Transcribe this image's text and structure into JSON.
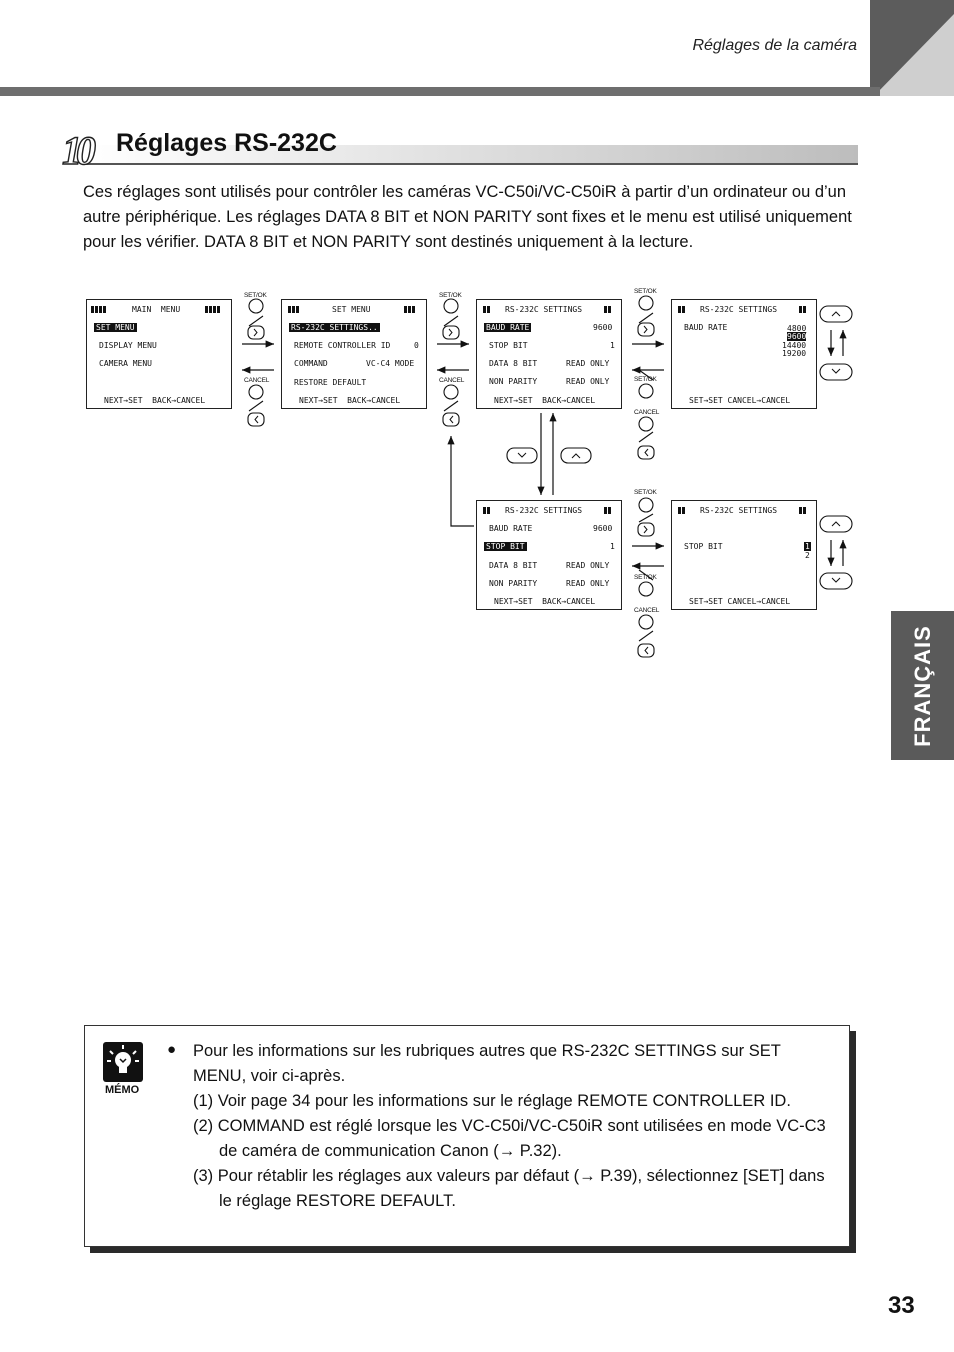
{
  "header": {
    "section": "Réglages de la caméra"
  },
  "title": {
    "number": "10",
    "text": "Réglages RS-232C"
  },
  "intro": "Ces réglages sont utilisés pour contrôler les caméras VC-C50i/VC-C50iR à partir d’un ordinateur ou d’un autre périphérique. Les réglages DATA 8 BIT et NON PARITY sont fixes et le menu est utilisé uniquement pour les vérifier. DATA 8 BIT et NON PARITY sont destinés uniquement à la lecture.",
  "buttons": {
    "set_ok": "SET/OK",
    "cancel": "CANCEL"
  },
  "screens": {
    "main": {
      "title": "MAIN  MENU",
      "r1": "SET MENU",
      "r2": "DISPLAY MENU",
      "r3": "CAMERA MENU",
      "footer": "NEXT→SET  BACK→CANCEL"
    },
    "set": {
      "title": "SET MENU",
      "r1": "RS-232C SETTINGS..",
      "r2a": "REMOTE CONTROLLER ID",
      "r2b": "0",
      "r3a": "COMMAND",
      "r3b": "VC-C4 MODE",
      "r4": "RESTORE DEFAULT",
      "footer": "NEXT→SET  BACK→CANCEL"
    },
    "rs1": {
      "title": "RS-232C SETTINGS",
      "r1a": "BAUD RATE",
      "r1b": "9600",
      "r2a": "STOP BIT",
      "r2b": "1",
      "r3a": "DATA 8 BIT",
      "r3b": "READ ONLY",
      "r4a": "NON PARITY",
      "r4b": "READ ONLY",
      "footer": "NEXT→SET  BACK→CANCEL"
    },
    "baud": {
      "title": "RS-232C SETTINGS",
      "label": "BAUD RATE",
      "opts": [
        "4800",
        "9600",
        "14400",
        "19200"
      ],
      "footer": "SET→SET CANCEL→CANCEL"
    },
    "rs2": {
      "title": "RS-232C SETTINGS",
      "r1a": "BAUD RATE",
      "r1b": "9600",
      "r2a": "STOP BIT",
      "r2b": "1",
      "r3a": "DATA 8 BIT",
      "r3b": "READ ONLY",
      "r4a": "NON PARITY",
      "r4b": "READ ONLY",
      "footer": "NEXT→SET  BACK→CANCEL"
    },
    "stop": {
      "title": "RS-232C SETTINGS",
      "label": "STOP BIT",
      "opts": [
        "1",
        "2"
      ],
      "footer": "SET→SET CANCEL→CANCEL"
    }
  },
  "language_tab": "FRANÇAIS",
  "memo": {
    "label": "MÉMO",
    "bullet": "Pour les informations sur les rubriques autres que RS-232C SETTINGS sur SET MENU, voir ci-après.",
    "item1": "(1) Voir page 34 pour les informations sur le réglage REMOTE CONTROLLER ID.",
    "item2": "(2) COMMAND est réglé lorsque les VC-C50i/VC-C50iR sont utilisées en mode VC-C3 de caméra de communication Canon (→ P.32).",
    "item3": "(3) Pour rétablir les réglages aux valeurs par défaut (→ P.39), sélectionnez [SET] dans le réglage RESTORE DEFAULT."
  },
  "page_number": "33"
}
